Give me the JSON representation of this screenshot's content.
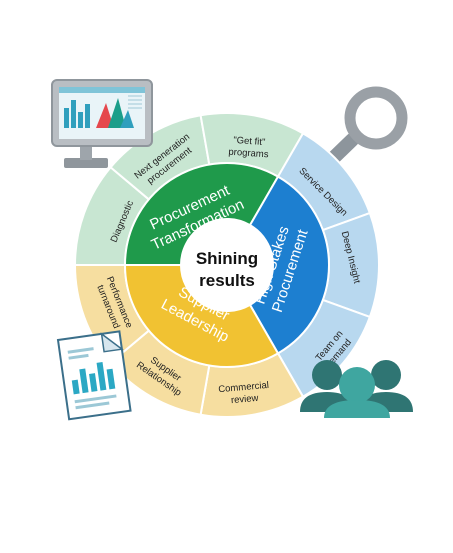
{
  "center": {
    "line1": "Shining",
    "line2": "results"
  },
  "segments": [
    {
      "name": "procurement-transformation",
      "line1": "Procurement",
      "line2": "Transformation"
    },
    {
      "name": "high-stakes-procurement",
      "line1": "High Stakes",
      "line2": "Procurement"
    },
    {
      "name": "supplier-leadership",
      "line1": "Supplier",
      "line2": "Leadership"
    }
  ],
  "outer_items": {
    "diagnostic": [
      "Diagnostic"
    ],
    "next_generation": [
      "Next generation",
      "procurement"
    ],
    "get_fit": [
      "\"Get fit\"",
      "programs"
    ],
    "service_design": [
      "Service Design"
    ],
    "deep_insight": [
      "Deep Insight"
    ],
    "team_on_demand": [
      "Team on",
      "demand"
    ],
    "commercial_review": [
      "Commercial",
      "review"
    ],
    "supplier_relationship": [
      "Supplier",
      "Relationship"
    ],
    "performance_turnaround": [
      "Performance",
      "turnaround"
    ]
  },
  "colors": {
    "green_dark": "#1f9a4b",
    "green_light": "#c8e6d2",
    "blue_dark": "#1d7fd0",
    "blue_light": "#b8d8ef",
    "yellow_dark": "#f1c232",
    "yellow_light": "#f6dea0",
    "magnifier": "#9aa0a6",
    "people": "#3a8d89"
  },
  "icons": [
    "monitor-chart-icon",
    "magnifier-icon",
    "report-document-icon",
    "people-group-icon"
  ]
}
